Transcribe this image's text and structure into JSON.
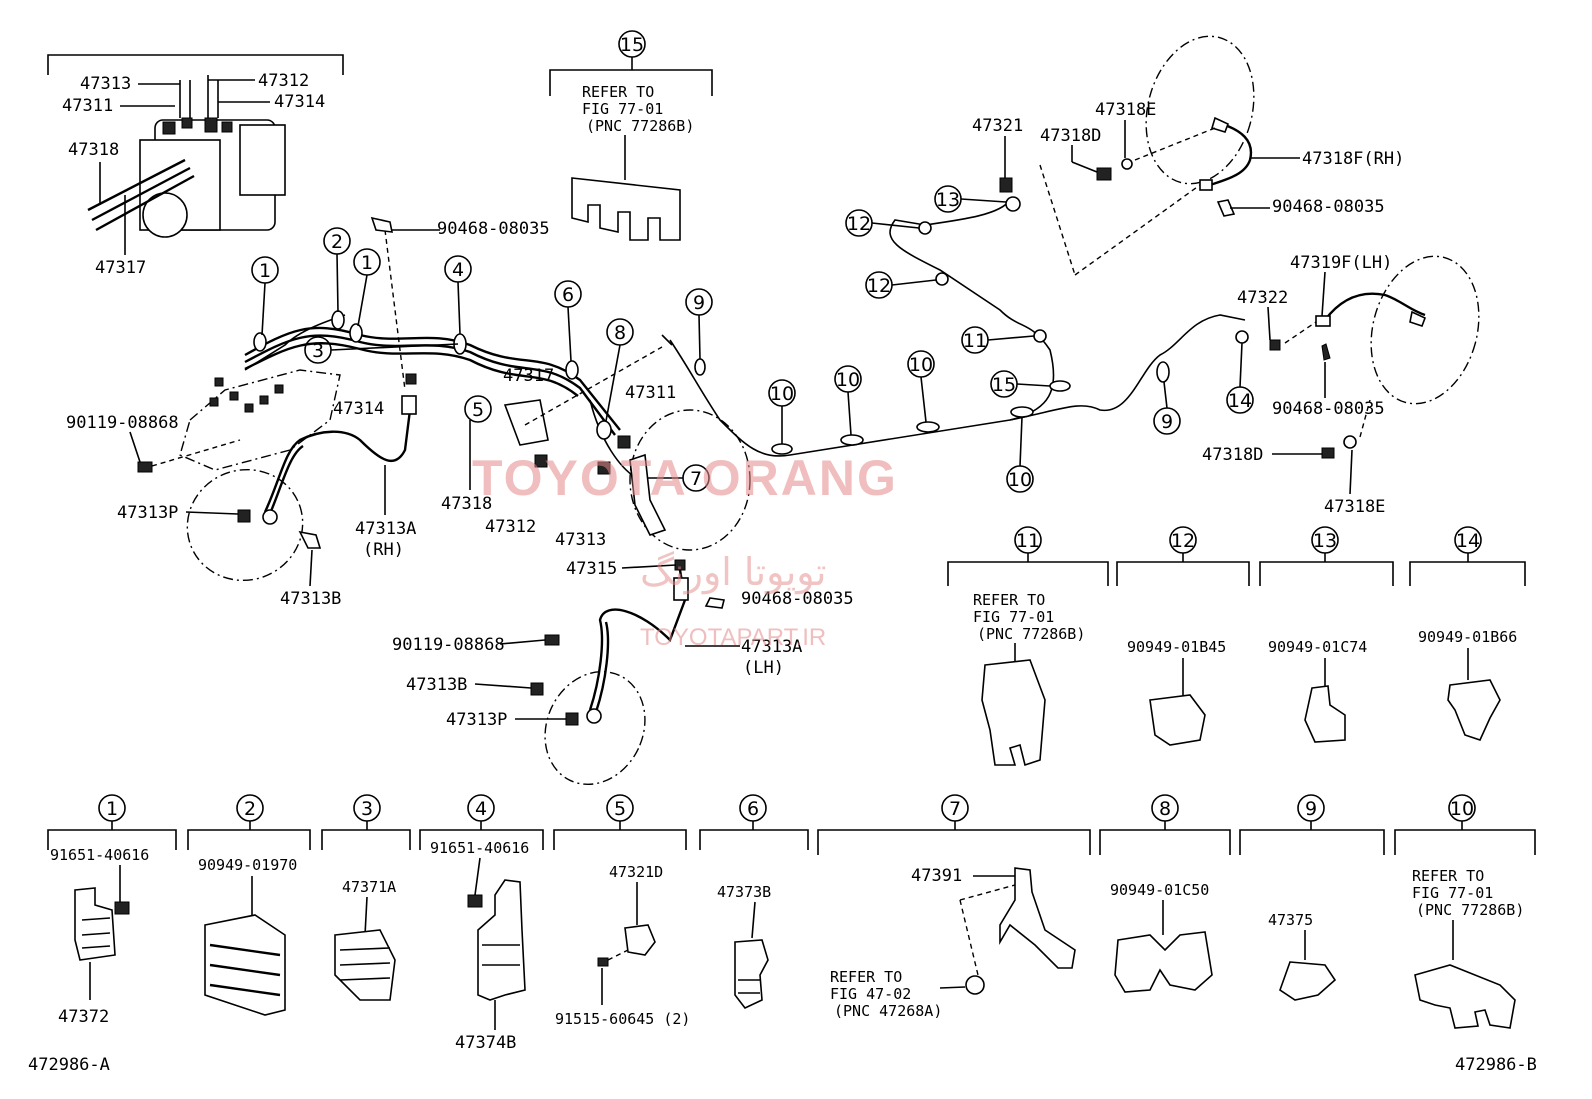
{
  "watermark": {
    "brand": "TOYOTA ORANG",
    "persian": "تویوتا اورنگ",
    "site": "TOYOTAPART.IR"
  },
  "figure_codes": {
    "left": "472986-A",
    "right": "472986-B"
  },
  "callouts": {
    "c1": "1",
    "c2": "2",
    "c3": "3",
    "c4": "4",
    "c5": "5",
    "c6": "6",
    "c7": "7",
    "c8": "8",
    "c9": "9",
    "c10": "10",
    "c11": "11",
    "c12": "12",
    "c13": "13",
    "c14": "14",
    "c15": "15"
  },
  "parts": {
    "p47313": "47313",
    "p47312": "47312",
    "p47311": "47311",
    "p47314": "47314",
    "p47318": "47318",
    "p47317": "47317",
    "p90468": "90468-08035",
    "p90119": "90119-08868",
    "p47313P": "47313P",
    "p47313A": "47313A",
    "rh": "(RH)",
    "lh": "(LH)",
    "p47313B": "47313B",
    "p47315": "47315",
    "p47321": "47321",
    "p47318D": "47318D",
    "p47318E": "47318E",
    "p47318F": "47318F(RH)",
    "p47319F": "47319F(LH)",
    "p47322": "47322",
    "p90949_01B45": "90949-01B45",
    "p90949_01C74": "90949-01C74",
    "p90949_01B66": "90949-01B66",
    "p91651": "91651-40616",
    "p90949_01970": "90949-01970",
    "p47371A": "47371A",
    "p47372": "47372",
    "p47374B": "47374B",
    "p47321D": "47321D",
    "p91515": "91515-60645 (2)",
    "p47373B": "47373B",
    "p47391": "47391",
    "p90949_01C50": "90949-01C50",
    "p47375": "47375"
  },
  "refer": {
    "refer_to": "REFER TO",
    "fig_77": "FIG 77-01",
    "pnc_77": "(PNC 77286B)",
    "fig_47": "FIG 47-02",
    "pnc_47": "(PNC 47268A)"
  }
}
